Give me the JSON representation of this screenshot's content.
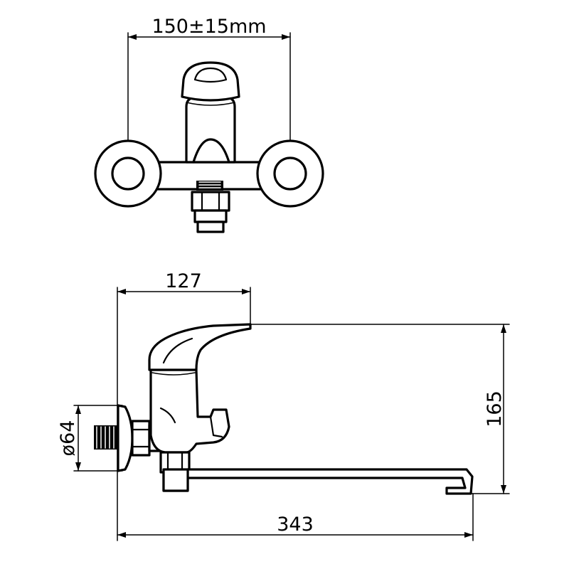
{
  "drawing": {
    "top_view": {
      "spacing_label": "150±15mm"
    },
    "side_view": {
      "offset_label": "127",
      "height_label": "165",
      "diameter_label": "ø64",
      "length_label": "343"
    }
  }
}
